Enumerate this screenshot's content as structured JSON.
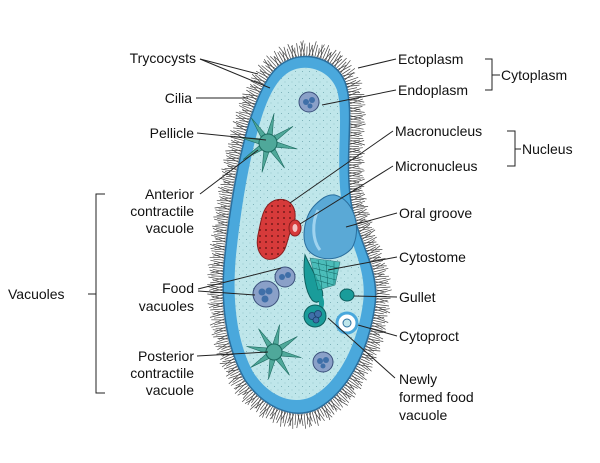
{
  "labels": {
    "trycocysts": "Trycocysts",
    "cilia": "Cilia",
    "pellicle": "Pellicle",
    "anterior_1": "Anterior",
    "anterior_2": "contractile",
    "anterior_3": "vacuole",
    "vacuoles": "Vacuoles",
    "food_1": "Food",
    "food_2": "vacuoles",
    "posterior_1": "Posterior",
    "posterior_2": "contractile",
    "posterior_3": "vacuole",
    "ectoplasm": "Ectoplasm",
    "endoplasm": "Endoplasm",
    "cytoplasm": "Cytoplasm",
    "macronucleus": "Macronucleus",
    "micronucleus": "Micronucleus",
    "nucleus": "Nucleus",
    "oral_groove": "Oral groove",
    "cytostome": "Cytostome",
    "gullet": "Gullet",
    "cytoproct": "Cytoproct",
    "newly_1": "Newly",
    "newly_2": "formed food",
    "newly_3": "vacuole"
  },
  "colors": {
    "pellicle": "#4aa8dc",
    "cytoplasm": "#bfe6ea",
    "cilia": "#444444",
    "macronucleus": "#d63a3a",
    "oral_groove": "#5aa9d6",
    "gullet": "#1a9c9a",
    "vacuole": "#8aa0c8",
    "contractile": "#4fa89a"
  }
}
